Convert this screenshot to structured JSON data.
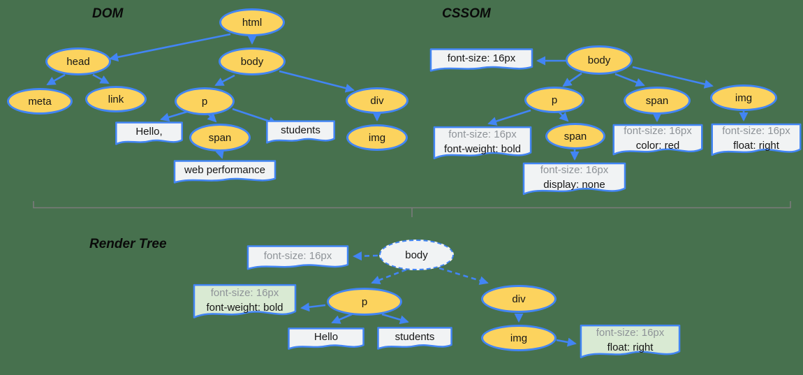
{
  "colors": {
    "background": "#47714E",
    "node_fill": "#FCD35E",
    "stroke_blue": "#4285F4",
    "box_fill": "#F1F3F4",
    "green_box_fill": "#D9EAD3",
    "muted_text": "#8E9398",
    "divider": "#7B7B7B"
  },
  "dom": {
    "title": "DOM",
    "nodes": {
      "html": "html",
      "head": "head",
      "body": "body",
      "meta": "meta",
      "link": "link",
      "p": "p",
      "span": "span",
      "div": "div",
      "img": "img"
    },
    "texts": {
      "hello": "Hello,",
      "students": "students",
      "web_performance": "web performance"
    }
  },
  "cssom": {
    "title": "CSSOM",
    "nodes": {
      "body": "body",
      "p": "p",
      "span": "span",
      "img": "img",
      "span_child": "span"
    },
    "rules": {
      "body": {
        "line1": "font-size: 16px"
      },
      "p": {
        "line1": "font-size: 16px",
        "line2": "font-weight: bold"
      },
      "span": {
        "line1": "font-size: 16px",
        "line2": "color: red"
      },
      "img": {
        "line1": "font-size: 16px",
        "line2": "float: right"
      },
      "span_child": {
        "line1": "font-size: 16px",
        "line2": "display: none"
      }
    }
  },
  "render_tree": {
    "title": "Render Tree",
    "nodes": {
      "body": "body",
      "p": "p",
      "div": "div",
      "img": "img"
    },
    "rules": {
      "body": {
        "line1": "font-size: 16px"
      },
      "p": {
        "line1": "font-size: 16px",
        "line2": "font-weight: bold"
      },
      "img": {
        "line1": "font-size: 16px",
        "line2": "float: right"
      }
    },
    "texts": {
      "hello": "Hello",
      "students": "students"
    }
  }
}
